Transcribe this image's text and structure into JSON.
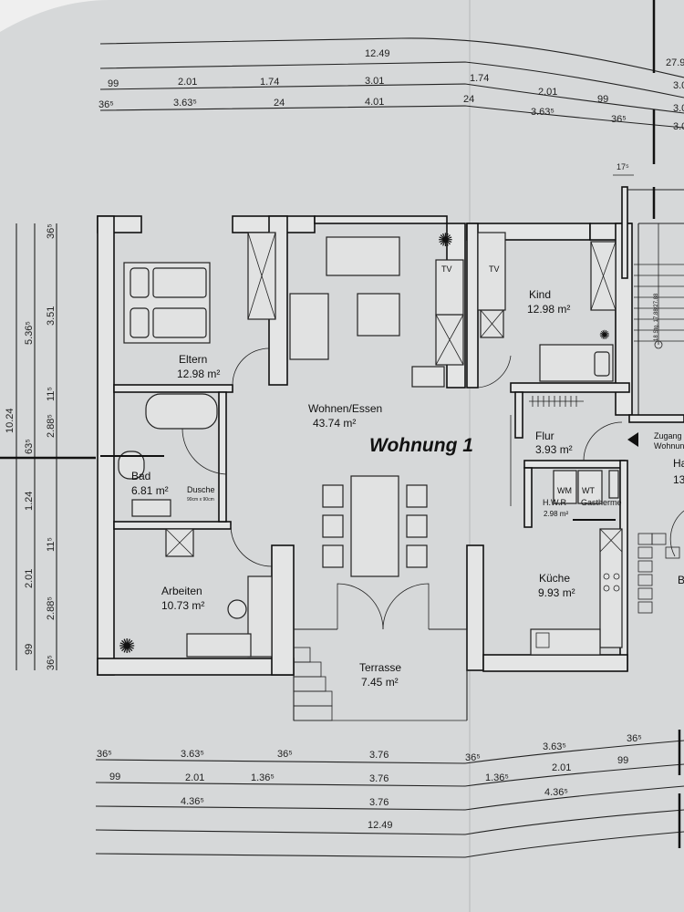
{
  "plan_title": "Wohnung 1",
  "rooms": {
    "eltern": {
      "name": "Eltern",
      "area": "12.98 m²"
    },
    "wohnen": {
      "name": "Wohnen/Essen",
      "area": "43.74 m²"
    },
    "kind": {
      "name": "Kind",
      "area": "12.98 m²"
    },
    "flur": {
      "name": "Flur",
      "area": "3.93 m²"
    },
    "bad": {
      "name": "Bad",
      "area": "6.81 m²"
    },
    "dusche": {
      "name": "Dusche",
      "size": "90cm x 90cm"
    },
    "hwr": {
      "name": "H.W.R",
      "area": "2.98 m²",
      "wm": "WM",
      "wt": "WT",
      "gastherme": "Gastherme"
    },
    "kueche": {
      "name": "Küche",
      "area": "9.93 m²"
    },
    "arbeiten": {
      "name": "Arbeiten",
      "area": "10.73 m²"
    },
    "terrasse": {
      "name": "Terrasse",
      "area": "7.45 m²"
    },
    "neighbor": {
      "name": "Ha",
      "area": "13"
    }
  },
  "labels": {
    "tv1": "TV",
    "tv2": "TV",
    "zugang_1": "Zugang",
    "zugang_2": "Wohnun",
    "stairs": "18 Stg. 17.88/27.88",
    "stair_wall": "17⁵",
    "right_b": "B"
  },
  "dimensions": {
    "top": {
      "row1": [
        "12.49"
      ],
      "row2": [
        "99",
        "2.01",
        "1.74",
        "3.01",
        "1.74",
        "2.01",
        "99"
      ],
      "row3": [
        "36⁵",
        "3.63⁵",
        "24",
        "4.01",
        "24",
        "3.63⁵",
        "36⁵"
      ],
      "right_edge": [
        "27.9",
        "3.0",
        "3.0",
        "3.0"
      ]
    },
    "bottom": {
      "row1": [
        "36⁵",
        "3.63⁵",
        "36⁵",
        "3.76",
        "36⁵",
        "3.63⁵",
        "36⁵"
      ],
      "row2": [
        "99",
        "2.01",
        "1.36⁵",
        "3.76",
        "1.36⁵",
        "2.01",
        "99"
      ],
      "row3": [
        "4.36⁵",
        "3.76",
        "4.36⁵"
      ],
      "row4": [
        "12.49"
      ]
    },
    "left": {
      "col1": [
        "10.24"
      ],
      "col2": [
        "5.36⁵",
        "63⁵",
        "1.24",
        "2.01",
        "99"
      ],
      "col3": [
        "36⁵",
        "3.51",
        "11⁵",
        "2.88⁵",
        "11⁵",
        "2.88⁵",
        "36⁵"
      ]
    }
  }
}
